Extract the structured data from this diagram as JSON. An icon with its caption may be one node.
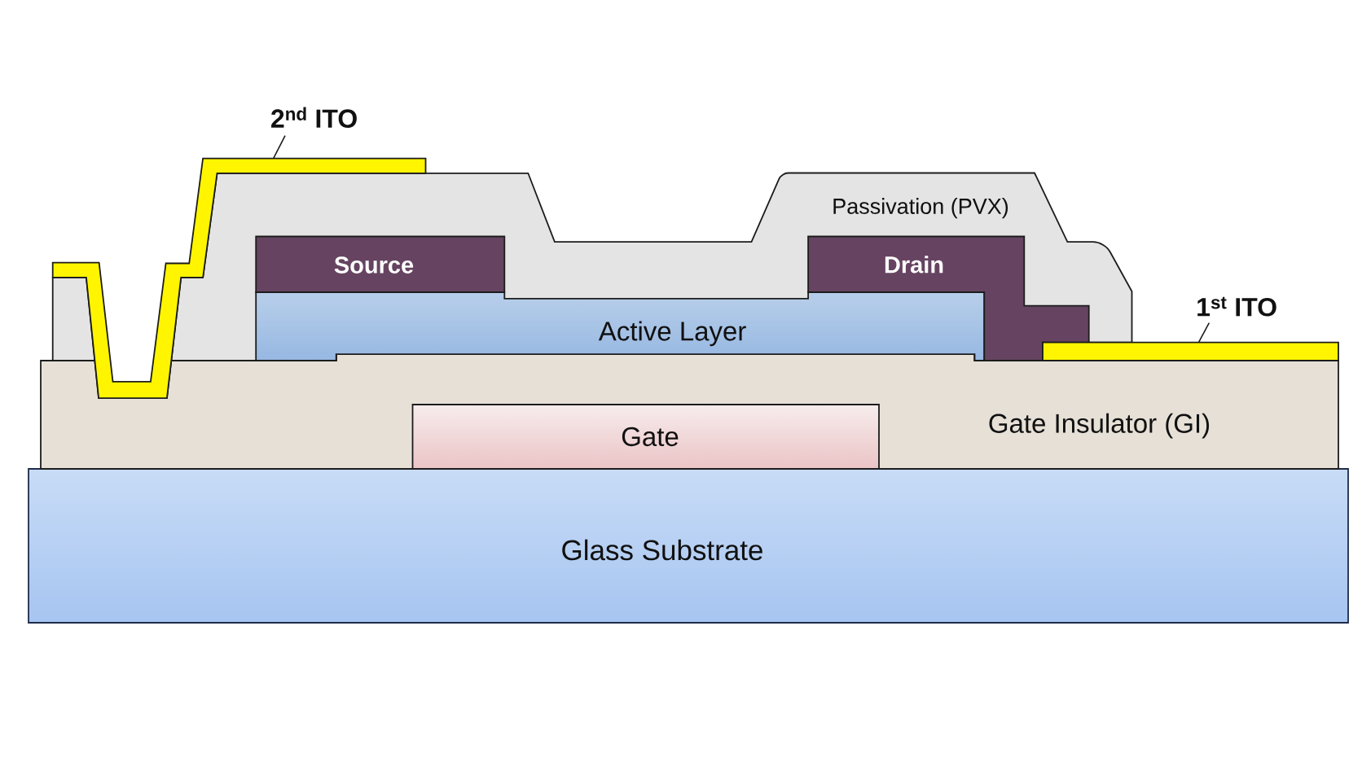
{
  "diagram": {
    "nodes": [
      {
        "text": [
          "2$^{nd}$ ITO"
        ]
      },
      {
        "text": [],
        "shape": "bar"
      },
      {
        "text": [
          "Passivation (PVX)"
        ]
      },
      {
        "text": [
          "Source"
        ],
        "in": 2
      },
      {
        "text": [
          "Drain"
        ],
        "in": 2
      },
      {
        "text": [
          "1$^{st}$ ITO"
        ]
      },
      {
        "text": [],
        "shape": "bar"
      },
      {
        "text": [
          "Active Layer"
        ],
        "in": 2
      },
      {
        "text": [
          "Gate Insulator (GI)"
        ]
      },
      {
        "text": [
          "Gate"
        ],
        "in": 8
      },
      {
        "text": [
          "Glass Substrate"
        ]
      }
    ],
    "edges": [
      {
        "from": 0,
        "to": 1,
        "arrow": "none"
      },
      {
        "from": 5,
        "to": 6,
        "arrow": "none"
      }
    ]
  }
}
